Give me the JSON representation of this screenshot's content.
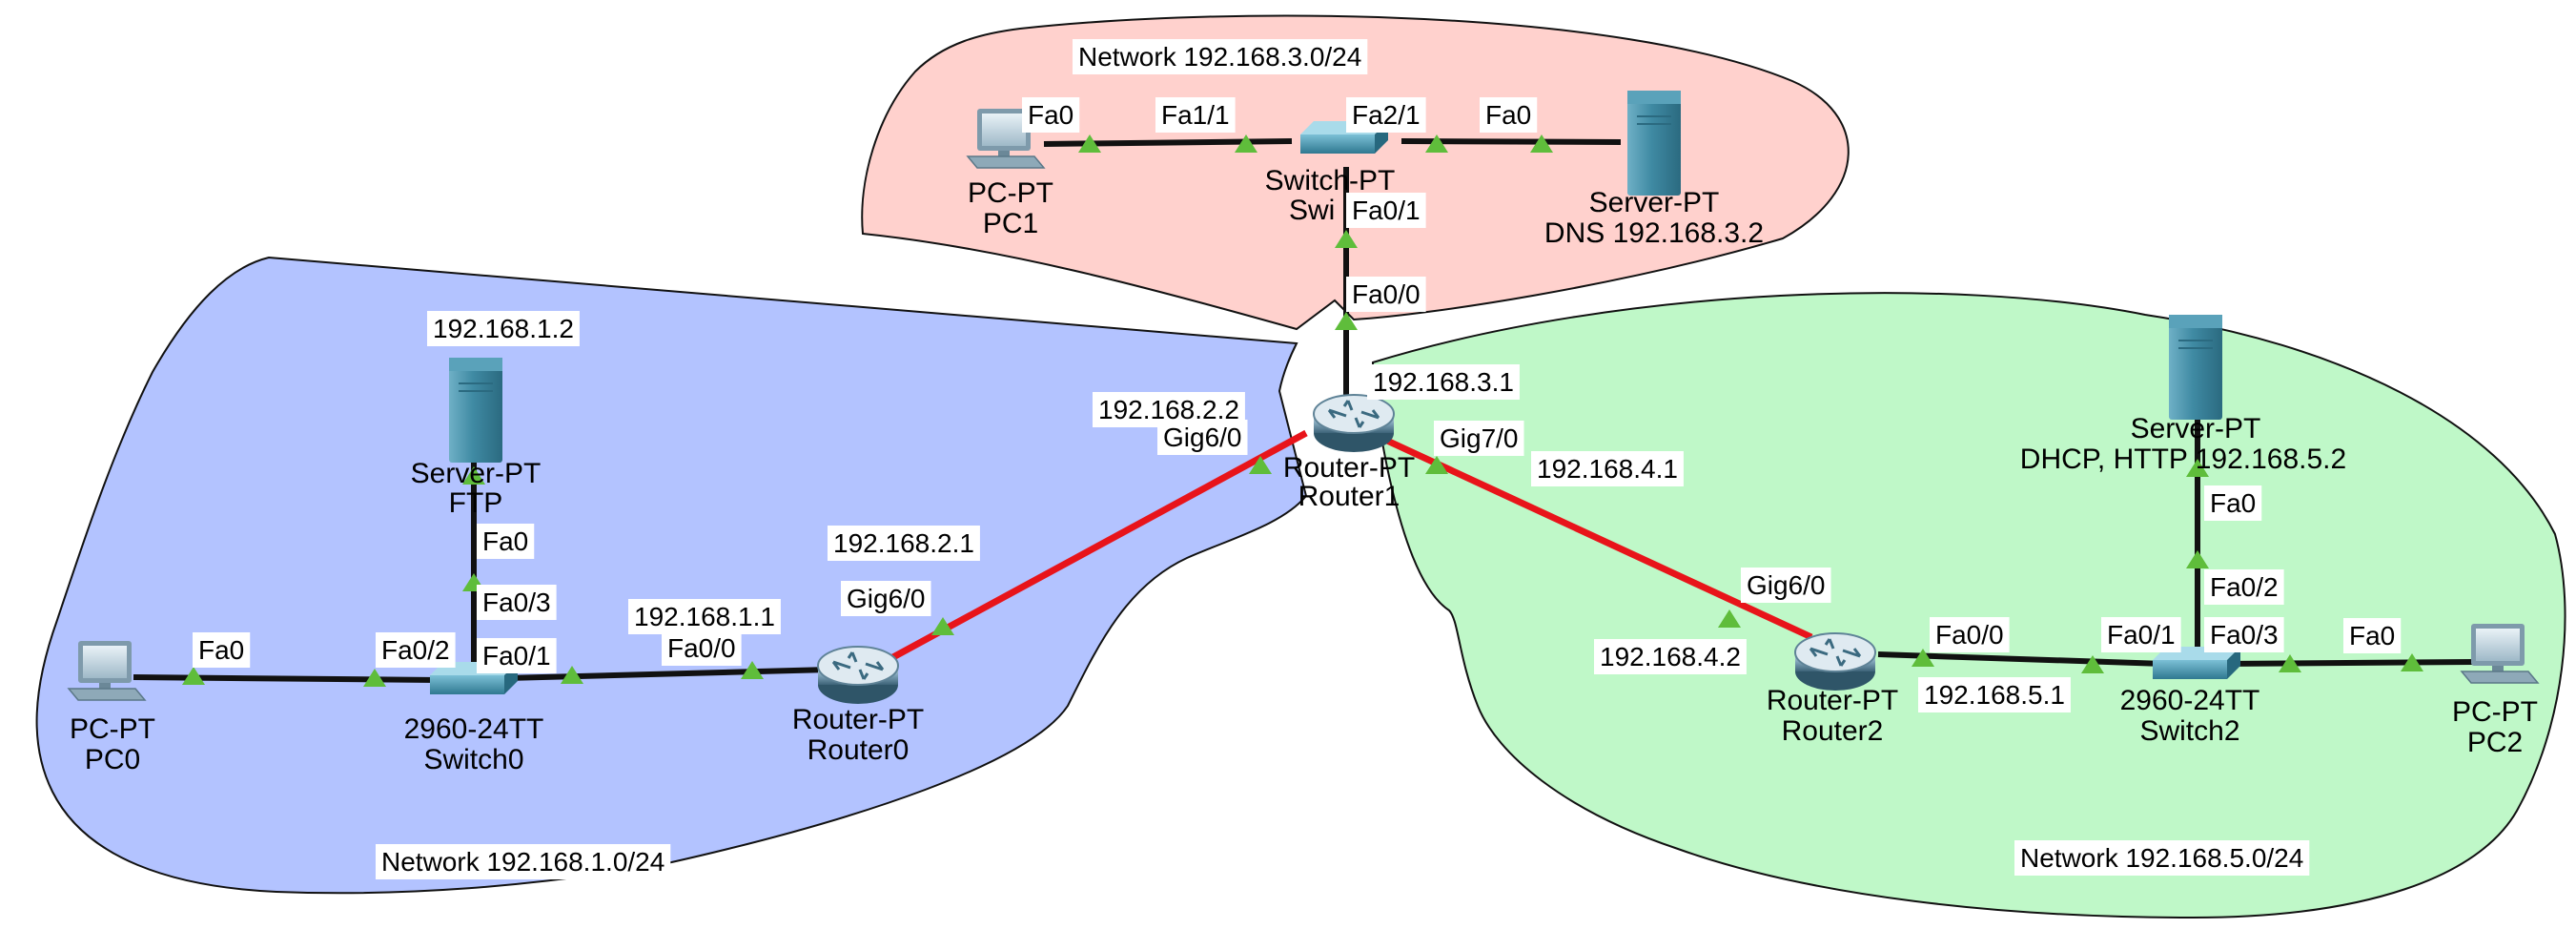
{
  "colors": {
    "area_blue": "#b3c3ff",
    "area_red": "#ffd1cd",
    "area_green": "#bff8c8",
    "serial_link": "#e8141a",
    "cable": "#111111",
    "port_up": "#5fbd3b",
    "device_teal": "#3f8aa3"
  },
  "areas": {
    "blue": {
      "label": "Network 192.168.1.0/24"
    },
    "red": {
      "label": "Network 192.168.3.0/24"
    },
    "green": {
      "label": "Network 192.168.5.0/24"
    }
  },
  "devices": {
    "pc0": {
      "icon": "desktop-pc-icon",
      "model": "PC-PT",
      "name": "PC0"
    },
    "switch0": {
      "icon": "switch-icon",
      "model": "2960-24TT",
      "name": "Switch0"
    },
    "server_ftp": {
      "icon": "server-tower-icon",
      "model": "Server-PT",
      "name": "FTP",
      "ip": "192.168.1.2"
    },
    "router0": {
      "icon": "router-icon",
      "model": "Router-PT",
      "name": "Router0"
    },
    "router1": {
      "icon": "router-icon",
      "model": "Router-PT",
      "name": "Router1"
    },
    "pc1": {
      "icon": "desktop-pc-icon",
      "model": "PC-PT",
      "name": "PC1"
    },
    "switch1": {
      "icon": "switch-icon",
      "model": "Switch-PT",
      "name": "Swi"
    },
    "server_dns": {
      "icon": "server-tower-icon",
      "model": "Server-PT",
      "name": "DNS 192.168.3.2"
    },
    "router2": {
      "icon": "router-icon",
      "model": "Router-PT",
      "name": "Router2"
    },
    "switch2": {
      "icon": "switch-icon",
      "model": "2960-24TT",
      "name": "Switch2"
    },
    "server_dhcp": {
      "icon": "server-tower-icon",
      "model": "Server-PT",
      "name": "DHCP, HTTP 192.168.5.2"
    },
    "pc2": {
      "icon": "desktop-pc-icon",
      "model": "PC-PT",
      "name": "PC2"
    }
  },
  "port_labels": {
    "pc0_fa0": "Fa0",
    "sw0_fa02": "Fa0/2",
    "sw0_fa01": "Fa0/1",
    "sw0_fa03": "Fa0/3",
    "ftp_fa0": "Fa0",
    "r0_fa00": "Fa0/0",
    "r0_gig60": "Gig6/0",
    "r1_gig60": "Gig6/0",
    "r1_gig70": "Gig7/0",
    "r1_fa00": "Fa0/0",
    "sw1_fa01": "Fa0/1",
    "pc1_fa0": "Fa0",
    "sw1_fa11": "Fa1/1",
    "sw1_fa21": "Fa2/1",
    "dns_fa0": "Fa0",
    "r2_gig60": "Gig6/0",
    "r2_fa00": "Fa0/0",
    "sw2_fa01": "Fa0/1",
    "sw2_fa03": "Fa0/3",
    "sw2_fa02": "Fa0/2",
    "dhcp_fa0": "Fa0",
    "pc2_fa0": "Fa0"
  },
  "ip_labels": {
    "r0_fa00_ip": "192.168.1.1",
    "r0_gig60_ip": "192.168.2.1",
    "r1_gig60_ip": "192.168.2.2",
    "r1_fa00_ip": "192.168.3.1",
    "r1_gig70_ip": "192.168.4.1",
    "r2_gig60_ip": "192.168.4.2",
    "r2_fa00_ip": "192.168.5.1"
  }
}
